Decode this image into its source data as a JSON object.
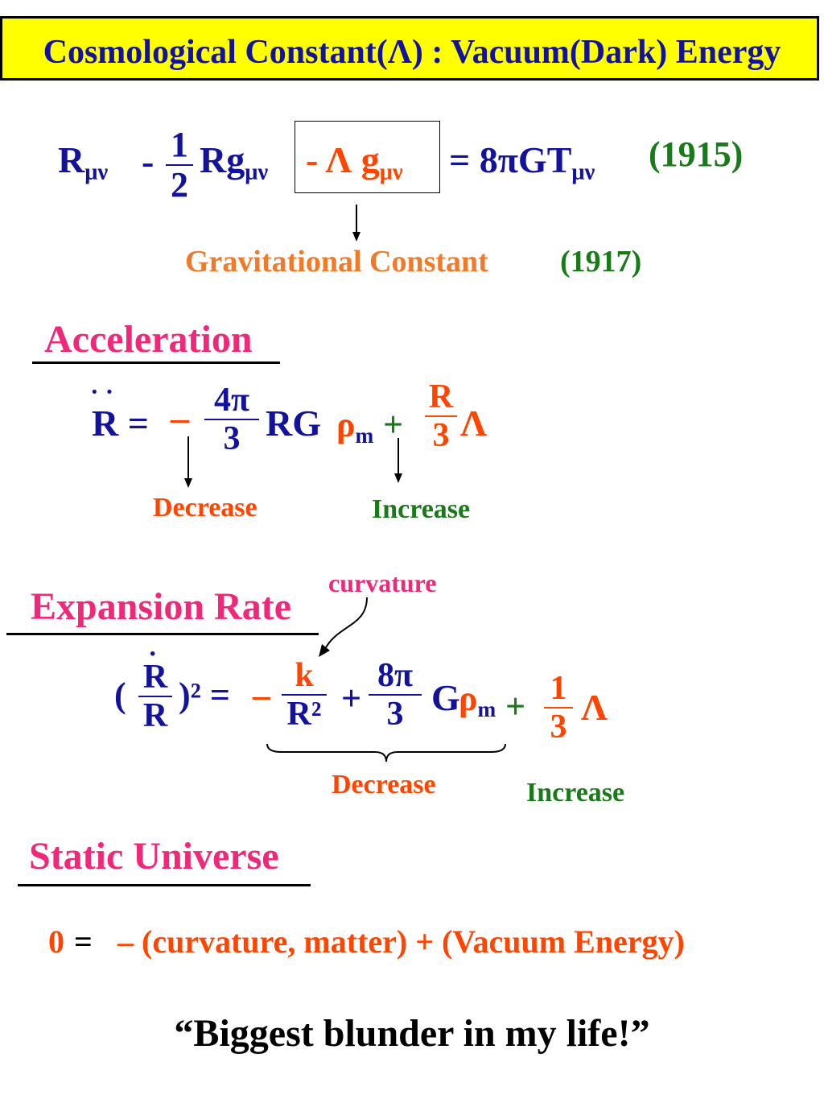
{
  "title": "Cosmological Constant(Λ) : Vacuum(Dark) Energy",
  "einstein": {
    "r": "R",
    "mu_nu": "μν",
    "minus": "-",
    "one": "1",
    "two": "2",
    "rg": "Rg",
    "lambda_term": "- Λ g",
    "rhs": "= 8πGT",
    "year1915": "(1915)",
    "grav_label": "Gravitational Constant",
    "year1917": "(1917)"
  },
  "acceleration": {
    "heading": "Acceleration",
    "dots": "· ·",
    "r_ddot": "R =",
    "minus": "–",
    "num": "4π",
    "den": "3",
    "rg": "RG",
    "rho": "ρ",
    "m": "m",
    "plus": "+",
    "r": "R",
    "three": "3",
    "lambda": "Λ",
    "decrease": "Decrease",
    "increase": "Increase"
  },
  "expansion": {
    "heading": "Expansion Rate",
    "curvature": "curvature",
    "open": "(",
    "dot": "·",
    "r": "R",
    "close_sq": ")² =",
    "minus": "–",
    "k": "k",
    "r2": "R²",
    "plus": "+",
    "eight_pi": "8π",
    "three": "3",
    "g": "G",
    "rho": "ρ",
    "m": "m",
    "plus2": "+",
    "one": "1",
    "lambda": "Λ",
    "decrease": "Decrease",
    "increase": "Increase"
  },
  "static": {
    "heading": "Static Universe",
    "zero": "0",
    "equals": "=",
    "equation": "– (curvature, matter) + (Vacuum Energy)"
  },
  "quote": "“Biggest blunder in my life!”"
}
